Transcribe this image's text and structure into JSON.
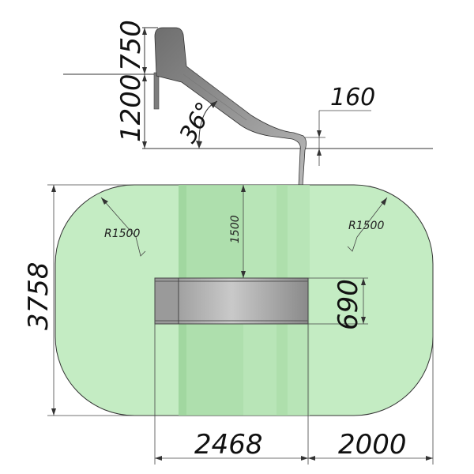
{
  "drawing": {
    "colors": {
      "safety_zone_fill": "#c4ecc3",
      "safety_zone_stroke": "#333333",
      "slide_fill": "#a8a8a8",
      "shadow_band": "#9fd69e",
      "platform_fill": "#9a9a9a"
    },
    "labels": {
      "platform_height": "750",
      "slide_height": "1200",
      "angle": "36°",
      "exit_height": "160",
      "radius_left": "R1500",
      "radius_right": "R1500",
      "run_out": "1500",
      "zone_depth": "3758",
      "slide_width_zone": "690",
      "slide_length": "2468",
      "run_off": "2000"
    }
  }
}
